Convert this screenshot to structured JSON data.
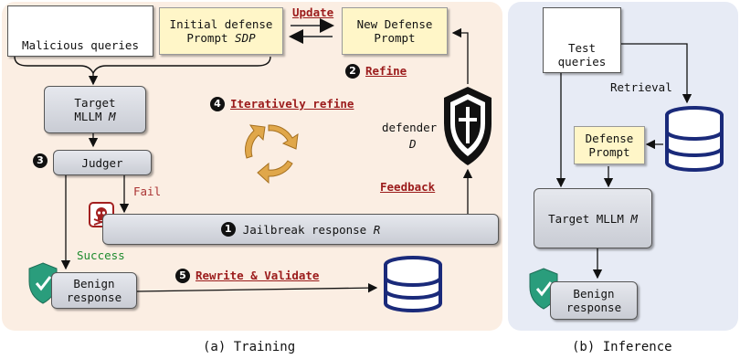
{
  "training": {
    "malicious_queries": "Malicious queries",
    "initial_defense": "Initial defense",
    "initial_defense_prompt": "Prompt ",
    "initial_defense_sdp": "SDP",
    "update": "Update",
    "new_defense": "New Defense",
    "new_defense_prompt": "Prompt",
    "step2": "2",
    "refine": "Refine",
    "target_line1": "Target",
    "target_line2": "MLLM ",
    "target_m": "M",
    "step4": "4",
    "iteratively_refine": "Iteratively refine",
    "defender_line1": "defender",
    "defender_d": "D",
    "step3": "3",
    "judger": "Judger",
    "fail": "Fail",
    "feedback": "Feedback",
    "step1": "1",
    "jailbreak_response": "Jailbreak response ",
    "jailbreak_r": "R",
    "success": "Success",
    "benign_line1": "Benign",
    "benign_line2": "response",
    "step5": "5",
    "rewrite_validate": "Rewrite & Validate",
    "caption": "(a) Training"
  },
  "inference": {
    "test_line1": "Test",
    "test_line2": "queries",
    "retrieval": "Retrieval",
    "defense_line1": "Defense",
    "defense_line2": "Prompt",
    "target_mllm": "Target MLLM ",
    "target_m": "M",
    "benign_line1": "Benign",
    "benign_line2": "response",
    "caption": "(b) Inference"
  },
  "colors": {
    "training_bg": "#fbeee3",
    "inference_bg": "#e7ebf5",
    "link_red": "#9b1b1b",
    "success_green": "#1e8a2e",
    "fail_red": "#a33",
    "database_blue": "#1a2a7a",
    "shield_green": "#2a9d7c",
    "skull_red": "#a32020",
    "cycle_orange": "#e0a74a"
  },
  "icons": [
    "skull-icon",
    "image-icon",
    "document-icon",
    "shield-check-icon",
    "shield-defender-icon",
    "database-icon",
    "cycle-icon"
  ]
}
